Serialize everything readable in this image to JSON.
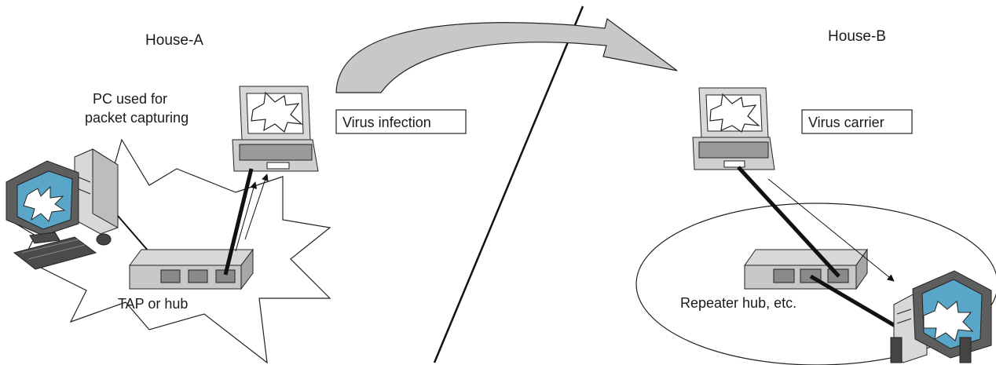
{
  "houses": {
    "a": {
      "title": "House-A"
    },
    "b": {
      "title": "House-B"
    }
  },
  "labels": {
    "capture_pc_line1": "PC used for",
    "capture_pc_line2": "packet capturing",
    "virus_infection": "Virus infection",
    "virus_carrier": "Virus carrier",
    "tap_hub": "TAP or hub",
    "repeater_hub": "Repeater hub, etc."
  },
  "icons": {
    "laptop": "laptop-icon",
    "desktop": "desktop-pc-icon",
    "hub": "network-hub-icon",
    "infection_burst": "virus-burst-icon"
  },
  "colors": {
    "device_gray": "#c8c8c8",
    "screen_blue": "#5aa6c8",
    "line": "#111111"
  }
}
